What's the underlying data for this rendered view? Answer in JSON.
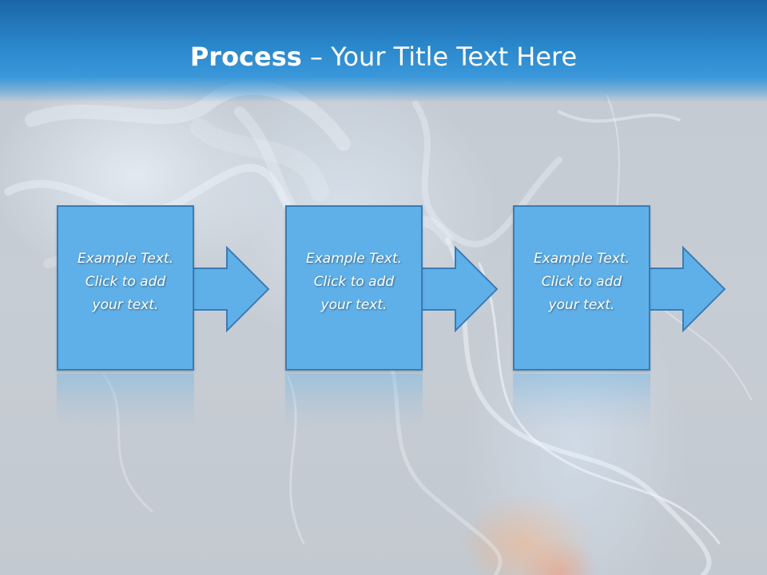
{
  "slide": {
    "title_bold": "Process",
    "title_rest": " – Your Title Text Here"
  },
  "colors": {
    "header_blue": "#2a87cb",
    "box_fill": "#5fb0e8",
    "box_border": "#3a7cb6",
    "text": "#ffffff"
  },
  "steps": [
    {
      "line1": "Example Text.",
      "line2": "Click  to add",
      "line3": "your text."
    },
    {
      "line1": "Example Text.",
      "line2": "Click  to add",
      "line3": "your text."
    },
    {
      "line1": "Example Text.",
      "line2": "Click  to add",
      "line3": "your text."
    }
  ]
}
